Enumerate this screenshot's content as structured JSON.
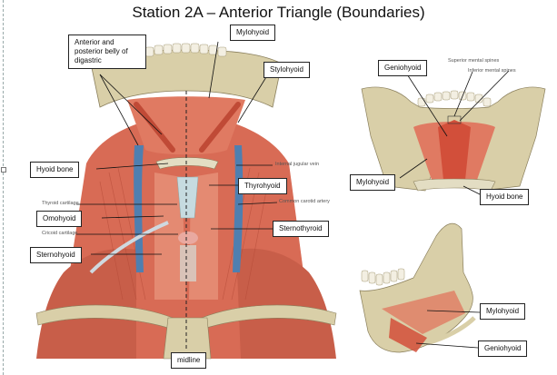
{
  "title": "Station 2A – Anterior Triangle (Boundaries)",
  "labels": {
    "digastric": "Anterior and posterior belly of digastric",
    "mylohyoid_main": "Mylohyoid",
    "stylohyoid": "Stylohyoid",
    "hyoid_bone_main": "Hyoid bone",
    "thyrohyoid": "Thyrohyoid",
    "omohyoid": "Omohyoid",
    "sternothyroid": "Sternothyroid",
    "sternohyoid": "Sternohyoid",
    "midline": "midline",
    "geniohyoid_top": "Geniohyoid",
    "mylohyoid_top": "Mylohyoid",
    "hyoid_bone_top": "Hyoid bone",
    "mylohyoid_bottom": "Mylohyoid",
    "geniohyoid_bottom": "Geniohyoid"
  },
  "small_labels": {
    "internal_jugular": "Internal jugular vein",
    "thyroid_cartilage": "Thyroid cartilage",
    "common_carotid": "Common carotid artery",
    "cricoid_cartilage": "Cricoid cartilage",
    "superior_mental": "Superior mental spines",
    "inferior_mental": "Inferior mental spines"
  },
  "colors": {
    "bone": "#d9cfa8",
    "muscle": "#d8644c",
    "muscle_light": "#eb9a82",
    "vein": "#4f7fb0",
    "cartilage": "#c6dbe0"
  }
}
